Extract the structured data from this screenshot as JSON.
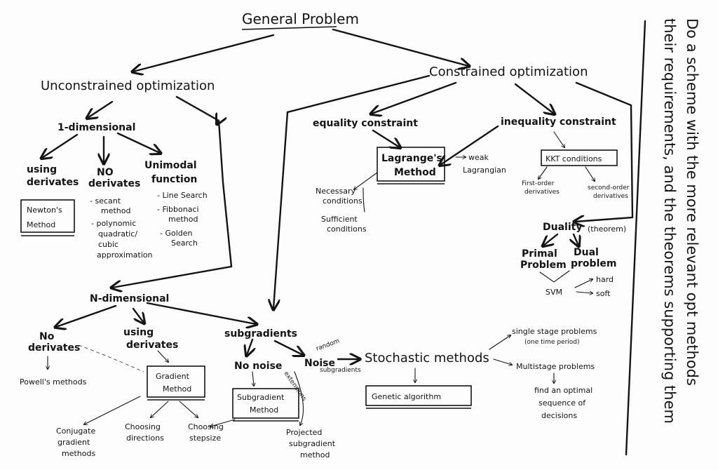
{
  "nodes": {
    "general_problem": "General Problem",
    "unconstrained": "Unconstrained optimization",
    "constrained": "Constrained optimization",
    "one_dim": "1-dimensional",
    "using_derivatives_1d": [
      "using",
      "derivates"
    ],
    "no_derivatives_1d": [
      "NO",
      "derivates"
    ],
    "unimodal": [
      "Unimodal",
      "function"
    ],
    "newton": [
      "Newton's",
      "Method"
    ],
    "no_deriv_list": [
      "- secant",
      "method",
      "- polynomic",
      "quadratic/",
      "cubic",
      "approximation"
    ],
    "unimodal_list": [
      "- Line Search",
      "- Fibbonaci",
      "method",
      "- Golden",
      "Search"
    ],
    "n_dim": "N-dimensional",
    "no_derivatives_nd": [
      "No",
      "derivates"
    ],
    "using_derivatives_nd": [
      "using",
      "derivates"
    ],
    "subgradients": "subgradients",
    "powell": "Powell's methods",
    "gradient_method": [
      "Gradient",
      "Method"
    ],
    "conjugate": [
      "Conjugate",
      "gradient",
      "methods"
    ],
    "choosing_directions": [
      "Choosing",
      "directions"
    ],
    "choosing_stepsize": [
      "Choosing",
      "stepsize"
    ],
    "no_noise": "No noise",
    "subgradient_method": [
      "Subgradient",
      "Method"
    ],
    "extensions": "extensions",
    "projected": [
      "Projected",
      "subgradient",
      "method"
    ],
    "noise": "Noise",
    "random_subgradients": [
      "random",
      "subgradients"
    ],
    "stochastic": "Stochastic methods",
    "genetic": "Genetic algorithm",
    "single_stage": [
      "single stage problems",
      "(one time period)"
    ],
    "multistage": "Multistage problems",
    "optimal_sequence": [
      "find an optimal",
      "sequence of",
      "decisions"
    ],
    "equality": "equality constraint",
    "inequality": "inequality constraint",
    "lagrange": [
      "Lagrange's",
      "Method"
    ],
    "weak_lagrangian": [
      "weak",
      "Lagrangian"
    ],
    "necessary": [
      "Necessary",
      "conditions"
    ],
    "sufficient": [
      "Sufficient",
      "conditions"
    ],
    "kkt": "KKT conditions",
    "first_order": [
      "First-order",
      "derivatives"
    ],
    "second_order": [
      "second-order",
      "derivatives"
    ],
    "duality": "Duality",
    "duality_theorem": "(theorem)",
    "primal": [
      "Primal",
      "Problem"
    ],
    "dual": [
      "Dual",
      "problem"
    ],
    "svm": "SVM",
    "hard": "hard",
    "soft": "soft"
  },
  "side_note": [
    "Do a scheme with the more relevant opt methods",
    "their requirements, and the theorems supporting them"
  ]
}
